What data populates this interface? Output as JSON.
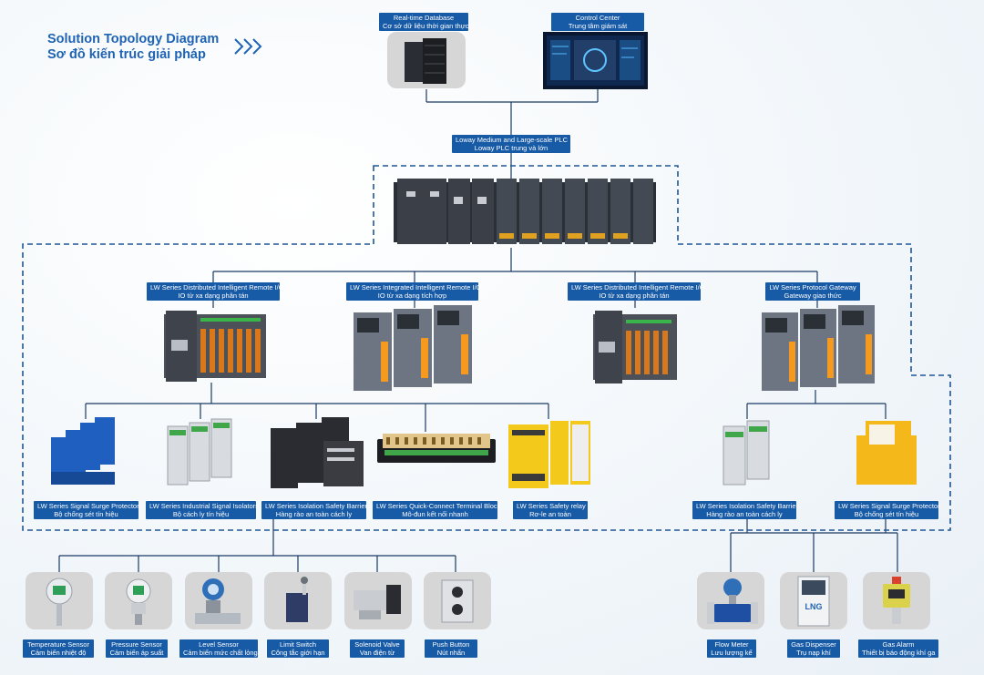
{
  "title": {
    "line1": "Solution Topology Diagram",
    "line2": "Sơ đồ kiến trúc giải pháp"
  },
  "top": {
    "database": {
      "en": "Real-time Database",
      "vi": "Cơ sở dữ liệu thời gian thực"
    },
    "control": {
      "en": "Control Center",
      "vi": "Trung tâm giám sát"
    },
    "plc": {
      "en": "Loway  Medium and Large-scale PLC",
      "vi": "Loway PLC trung và lớn"
    }
  },
  "io": [
    {
      "en": "LW Series Distributed Intelligent Remote I/O",
      "vi": "IO từ xa dạng phân tán"
    },
    {
      "en": "LW Series Integrated Intelligent Remote I/O",
      "vi": "IO từ xa dạng tích hợp"
    },
    {
      "en": "LW Series Distributed Intelligent Remote I/O",
      "vi": "IO từ xa dạng phân tán"
    },
    {
      "en": "LW Series Protocol Gateway",
      "vi": "Gateway giao thức"
    }
  ],
  "modules": [
    {
      "en": "LW Series Signal Surge Protector",
      "vi": "Bộ chống sét tín hiệu"
    },
    {
      "en": "LW Series Industrial Signal Isolators",
      "vi": "Bộ cách ly tín hiệu"
    },
    {
      "en": "LW Series Isolation Safety Barrier",
      "vi": "Hàng rào an toàn cách ly"
    },
    {
      "en": "LW Series Quick-Connect Terminal Block",
      "vi": "Mô-đun kết nối nhanh"
    },
    {
      "en": "LW Series Safety relay",
      "vi": "Rơ-le an toàn"
    },
    {
      "en": "LW Series Isolation Safety Barrier",
      "vi": "Hàng rào an toàn cách ly"
    },
    {
      "en": "LW Series Signal Surge Protector",
      "vi": "Bộ chống sét tín hiệu"
    }
  ],
  "field_left": [
    {
      "en": "Temperature Sensor",
      "vi": "Cảm biến nhiệt độ"
    },
    {
      "en": "Pressure Sensor",
      "vi": "Cảm biến áp suất"
    },
    {
      "en": "Level Sensor",
      "vi": "Cảm biến mức chất lỏng"
    },
    {
      "en": "Limit Switch",
      "vi": "Công tắc giới hạn"
    },
    {
      "en": "Solenoid Valve",
      "vi": "Van điện từ"
    },
    {
      "en": "Push Button",
      "vi": "Nút nhấn"
    }
  ],
  "field_right": [
    {
      "en": "Flow Meter",
      "vi": "Lưu lượng kế"
    },
    {
      "en": "Gas Dispenser",
      "vi": "Trụ nạp khí"
    },
    {
      "en": "Gas Alarm",
      "vi": "Thiết bị báo động khí ga"
    }
  ],
  "dispenser_badge": "LNG",
  "colors": {
    "label_bg": "#175aa6",
    "wire": "#1b3a63",
    "dash": "#1f5596",
    "title": "#1f63b4",
    "tile": "#d6d6d6"
  }
}
